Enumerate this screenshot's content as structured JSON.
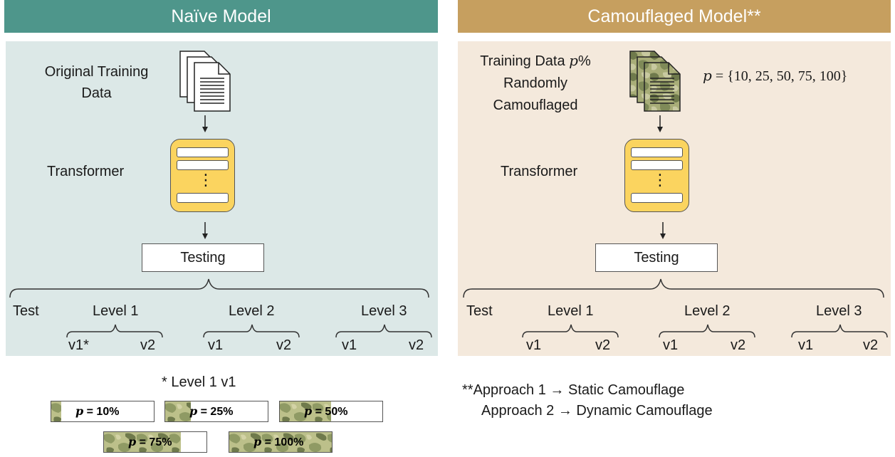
{
  "colors": {
    "naive_header": "#4e968b",
    "naive_panel": "#dce8e7",
    "camo_header": "#c69f5f",
    "camo_panel": "#f4e9dc",
    "transformer_fill": "#fbd45f",
    "camo_light": "#bcc08a",
    "camo_mid": "#8f9a64",
    "camo_dark": "#6f7a4c"
  },
  "naive": {
    "title": "Naïve Model",
    "data_label_line1": "Original Training",
    "data_label_line2": "Data",
    "transformer_label": "Transformer",
    "dots": "⋮",
    "testing_label": "Testing",
    "test_label": "Test",
    "levels": [
      {
        "name": "Level 1",
        "v1": "v1*",
        "v2": "v2"
      },
      {
        "name": "Level 2",
        "v1": "v1",
        "v2": "v2"
      },
      {
        "name": "Level 3",
        "v1": "v1",
        "v2": "v2"
      }
    ]
  },
  "camouflaged": {
    "title": "Camouflaged Model",
    "title_suffix": "**",
    "data_label_line1": "Training Data",
    "data_label_p": "p",
    "data_label_pct": "%",
    "data_label_line2": "Randomly",
    "data_label_line3": "Camouflaged",
    "p_var": "p",
    "p_set": " = {10, 25, 50, 75, 100}",
    "transformer_label": "Transformer",
    "dots": "⋮",
    "testing_label": "Testing",
    "test_label": "Test",
    "levels": [
      {
        "name": "Level 1",
        "v1": "v1",
        "v2": "v2"
      },
      {
        "name": "Level 2",
        "v1": "v1",
        "v2": "v2"
      },
      {
        "name": "Level 3",
        "v1": "v1",
        "v2": "v2"
      }
    ]
  },
  "level1_note": {
    "title": "* Level 1 v1",
    "bars": [
      {
        "p": "p",
        "label": " = 10%",
        "fraction": 0.1
      },
      {
        "p": "p",
        "label": " = 25%",
        "fraction": 0.25
      },
      {
        "p": "p",
        "label": " = 50%",
        "fraction": 0.5
      },
      {
        "p": "p",
        "label": " = 75%",
        "fraction": 0.75
      },
      {
        "p": "p",
        "label": " = 100%",
        "fraction": 1.0
      }
    ]
  },
  "approaches": {
    "line1_prefix": "**Approach 1 ",
    "arrow": "→",
    "line1_suffix": " Static Camouflage",
    "line2_prefix": "Approach 2 ",
    "line2_suffix": " Dynamic Camouflage"
  }
}
